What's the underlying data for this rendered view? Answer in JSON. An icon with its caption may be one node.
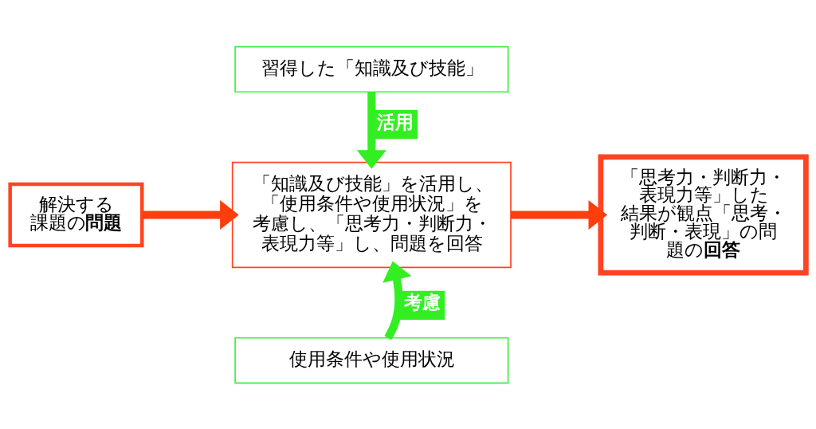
{
  "diagram": {
    "nodes": [
      {
        "text": [
          "習得した「知識及び技能」"
        ]
      },
      {
        "text": [
          "解決する課題の**問題**"
        ]
      },
      {
        "text": [
          "「知識及び技能」を活用し、「使用条件や使用状況」を考慮し、「思考力・判断力・表現力等」し、問題を回答"
        ]
      },
      {
        "text": [
          "「思考力・判断力・表現力等」した結果が観点「思考・判断・表現」の問題の**回答**"
        ]
      },
      {
        "text": [
          "使用条件や使用状況"
        ]
      }
    ],
    "edges": [
      {
        "from": 0,
        "to": 2,
        "arrow": "to",
        "label": "活用",
        "color": "#33ee22"
      },
      {
        "from": 1,
        "to": 2,
        "arrow": "to",
        "color": "#ff3d0d"
      },
      {
        "from": 2,
        "to": 3,
        "arrow": "to",
        "color": "#ff3d0d"
      },
      {
        "from": 4,
        "to": 2,
        "arrow": "to",
        "label": "考慮",
        "color": "#33ee22"
      }
    ]
  }
}
